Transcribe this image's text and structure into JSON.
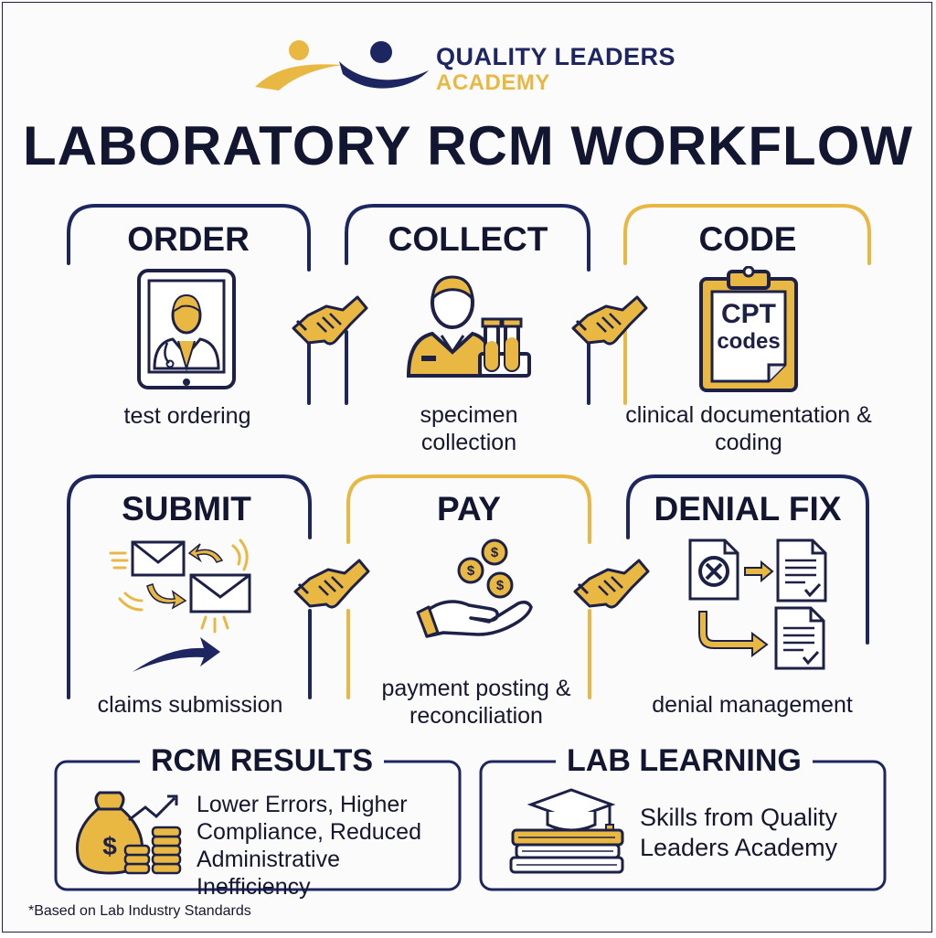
{
  "brand": {
    "line1": "QUALITY LEADERS",
    "line2": "ACADEMY",
    "colors": {
      "navy": "#1d2660",
      "gold": "#e9b843"
    }
  },
  "title": "LABORATORY RCM WORKFLOW",
  "steps": [
    {
      "title": "ORDER",
      "caption": "test ordering",
      "icon": "doctor-tablet-icon",
      "frame_color": "#1d2660"
    },
    {
      "title": "COLLECT",
      "caption": "specimen collection",
      "icon": "technician-test-tubes-icon",
      "frame_color": "#1d2660"
    },
    {
      "title": "CODE",
      "caption": "clinical documentation & coding",
      "icon": "clipboard-cpt-icon",
      "icon_text_1": "CPT",
      "icon_text_2": "codes",
      "frame_color": "#e9b843"
    },
    {
      "title": "SUBMIT",
      "caption": "claims submission",
      "icon": "envelopes-exchange-icon",
      "frame_color": "#1d2660"
    },
    {
      "title": "PAY",
      "caption": "payment posting & reconciliation",
      "icon": "coins-hand-icon",
      "frame_color": "#e9b843"
    },
    {
      "title": "DENIAL FIX",
      "caption": "denial management",
      "icon": "documents-correction-icon",
      "frame_color": "#1d2660"
    }
  ],
  "connector_icon": "handshake-icon",
  "results": {
    "title": "RCM RESULTS",
    "icon": "money-bag-growth-icon",
    "text": "Lower Errors, Higher Compliance, Reduced Administrative Inefficiency"
  },
  "learning": {
    "title": "LAB LEARNING",
    "icon": "books-graduation-cap-icon",
    "text": "Skills from Quality Leaders Academy"
  },
  "footnote": "*Based on Lab Industry Standards"
}
